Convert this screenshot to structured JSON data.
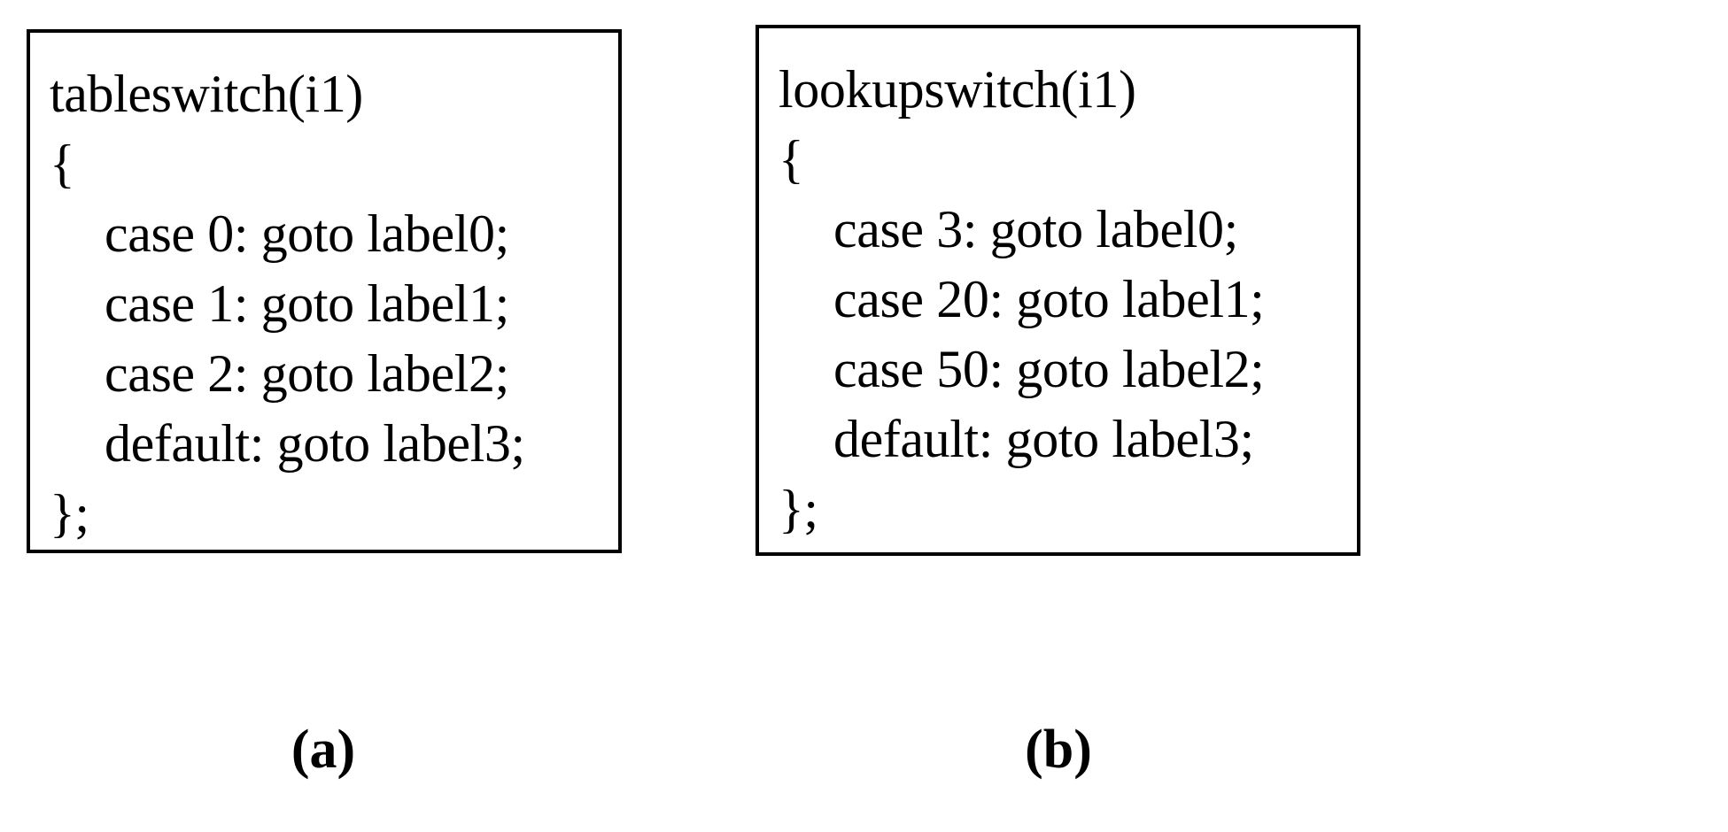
{
  "figure": {
    "panels": [
      {
        "id": "tableswitch",
        "caption": "(a)",
        "code_lines": [
          {
            "text": "tableswitch(i1)",
            "indent": false
          },
          {
            "text": "{",
            "indent": false
          },
          {
            "text": "case 0: goto label0;",
            "indent": true
          },
          {
            "text": "case 1: goto label1;",
            "indent": true
          },
          {
            "text": "case 2: goto label2;",
            "indent": true
          },
          {
            "text": "default: goto label3;",
            "indent": true
          },
          {
            "text": "};",
            "indent": false
          }
        ],
        "instruction": "tableswitch",
        "operand": "i1",
        "cases": [
          {
            "key": "0",
            "target": "label0"
          },
          {
            "key": "1",
            "target": "label1"
          },
          {
            "key": "2",
            "target": "label2"
          },
          {
            "key": "default",
            "target": "label3"
          }
        ]
      },
      {
        "id": "lookupswitch",
        "caption": "(b)",
        "code_lines": [
          {
            "text": "lookupswitch(i1)",
            "indent": false
          },
          {
            "text": "{",
            "indent": false
          },
          {
            "text": "case 3: goto label0;",
            "indent": true
          },
          {
            "text": "case 20: goto label1;",
            "indent": true
          },
          {
            "text": "case 50: goto label2;",
            "indent": true
          },
          {
            "text": "default: goto label3;",
            "indent": true
          },
          {
            "text": "};",
            "indent": false
          }
        ],
        "instruction": "lookupswitch",
        "operand": "i1",
        "cases": [
          {
            "key": "3",
            "target": "label0"
          },
          {
            "key": "20",
            "target": "label1"
          },
          {
            "key": "50",
            "target": "label2"
          },
          {
            "key": "default",
            "target": "label3"
          }
        ]
      }
    ],
    "colors": {
      "background": "#ffffff",
      "text": "#000000",
      "border": "#000000"
    }
  }
}
